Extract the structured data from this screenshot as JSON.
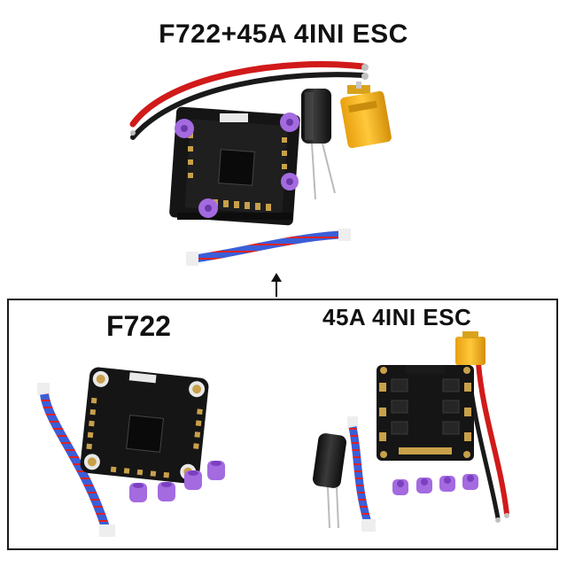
{
  "top_title": "F722+45A 4INI ESC",
  "bottom_left_title": "F722",
  "bottom_right_title": "45A 4INI ESC",
  "colors": {
    "board": "#151515",
    "pad_gold": "#c9a04a",
    "standoff_purple": "#a46ae0",
    "wire_red": "#d11a1a",
    "wire_black": "#1a1a1a",
    "xt60_yellow": "#f2b21c",
    "ribbon_blue": "#3b5ed8",
    "capacitor": "#1e1e1e"
  },
  "icons": [
    "arrow-up-icon"
  ]
}
